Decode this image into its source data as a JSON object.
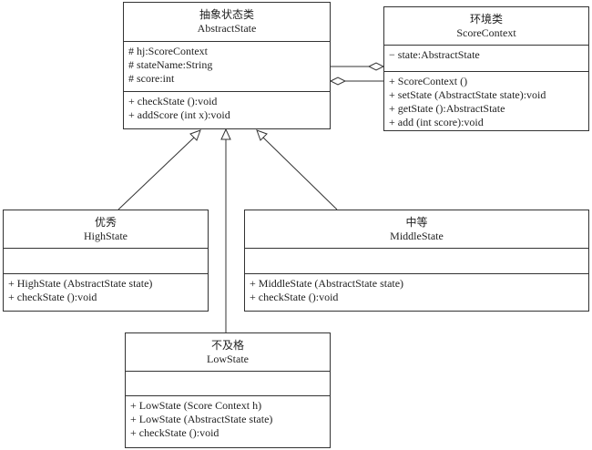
{
  "classes": {
    "abstract_state": {
      "cn": "抽象状态类",
      "name": "AbstractState",
      "attributes": [
        "# hj:ScoreContext",
        "# stateName:String",
        "# score:int"
      ],
      "methods": [
        "+ checkState ():void",
        "+ addScore (int x):void"
      ]
    },
    "score_context": {
      "cn": "环境类",
      "name": "ScoreContext",
      "attributes": [
        "− state:AbstractState"
      ],
      "methods": [
        "+ ScoreContext ()",
        "+ setState (AbstractState state):void",
        "+ getState ():AbstractState",
        "+ add (int score):void"
      ]
    },
    "high_state": {
      "cn": "优秀",
      "name": "HighState",
      "attributes": [],
      "methods": [
        "+ HighState (AbstractState state)",
        "+ checkState ():void"
      ]
    },
    "middle_state": {
      "cn": "中等",
      "name": "MiddleState",
      "attributes": [],
      "methods": [
        "+ MiddleState (AbstractState state)",
        "+ checkState ():void"
      ]
    },
    "low_state": {
      "cn": "不及格",
      "name": "LowState",
      "attributes": [],
      "methods": [
        "+ LowState (Score Context h)",
        "+ LowState (AbstractState state)",
        "+ checkState ():void"
      ]
    }
  },
  "relations": [
    {
      "type": "aggregation",
      "from": "ScoreContext",
      "to": "AbstractState"
    },
    {
      "type": "aggregation",
      "from": "AbstractState",
      "to": "ScoreContext"
    },
    {
      "type": "generalization",
      "from": "HighState",
      "to": "AbstractState"
    },
    {
      "type": "generalization",
      "from": "LowState",
      "to": "AbstractState"
    },
    {
      "type": "generalization",
      "from": "MiddleState",
      "to": "AbstractState"
    }
  ]
}
